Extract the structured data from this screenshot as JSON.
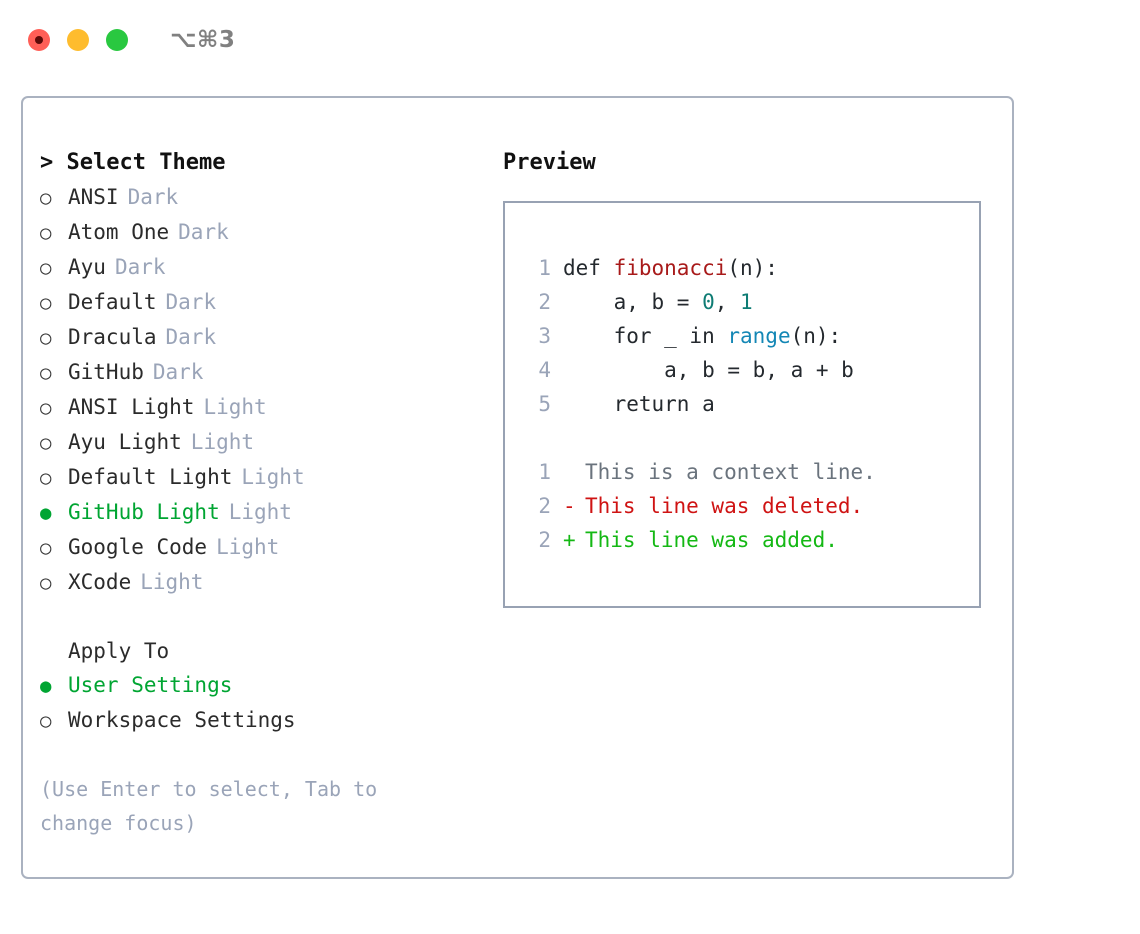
{
  "titlebar": {
    "shortcut": "⌥⌘3",
    "lights": [
      "close",
      "minimize",
      "zoom"
    ]
  },
  "theme_panel": {
    "caret": ">",
    "title": "Select Theme",
    "marker_off": "○",
    "marker_on": "●",
    "options": [
      {
        "label": "ANSI",
        "variant": "Dark",
        "selected": false
      },
      {
        "label": "Atom One",
        "variant": "Dark",
        "selected": false
      },
      {
        "label": "Ayu",
        "variant": "Dark",
        "selected": false
      },
      {
        "label": "Default",
        "variant": "Dark",
        "selected": false
      },
      {
        "label": "Dracula",
        "variant": "Dark",
        "selected": false
      },
      {
        "label": "GitHub",
        "variant": "Dark",
        "selected": false
      },
      {
        "label": "ANSI Light",
        "variant": "Light",
        "selected": false
      },
      {
        "label": "Ayu Light",
        "variant": "Light",
        "selected": false
      },
      {
        "label": "Default Light",
        "variant": "Light",
        "selected": false
      },
      {
        "label": "GitHub Light",
        "variant": "Light",
        "selected": true
      },
      {
        "label": "Google Code",
        "variant": "Light",
        "selected": false
      },
      {
        "label": "XCode",
        "variant": "Light",
        "selected": false
      }
    ]
  },
  "apply_to": {
    "heading": "Apply To",
    "options": [
      {
        "label": "User Settings",
        "selected": true
      },
      {
        "label": "Workspace Settings",
        "selected": false
      }
    ]
  },
  "hint": "(Use Enter to select, Tab to change focus)",
  "preview": {
    "title": "Preview",
    "code_lines": [
      {
        "lineno": "1",
        "tokens": [
          {
            "text": "def ",
            "type": "kw"
          },
          {
            "text": "fibonacci",
            "type": "fn"
          },
          {
            "text": "(n):",
            "type": "plain"
          }
        ]
      },
      {
        "lineno": "2",
        "tokens": [
          {
            "text": "    a, b = ",
            "type": "plain"
          },
          {
            "text": "0",
            "type": "num"
          },
          {
            "text": ", ",
            "type": "plain"
          },
          {
            "text": "1",
            "type": "num"
          }
        ]
      },
      {
        "lineno": "3",
        "tokens": [
          {
            "text": "    for _ in ",
            "type": "plain"
          },
          {
            "text": "range",
            "type": "call"
          },
          {
            "text": "(n):",
            "type": "plain"
          }
        ]
      },
      {
        "lineno": "4",
        "tokens": [
          {
            "text": "        a, b = b, a + b",
            "type": "plain"
          }
        ]
      },
      {
        "lineno": "5",
        "tokens": [
          {
            "text": "    return a",
            "type": "plain"
          }
        ]
      }
    ],
    "diff_lines": [
      {
        "lineno": "1",
        "sign": " ",
        "text": "This is a context line.",
        "type": "ctx"
      },
      {
        "lineno": "2",
        "sign": "-",
        "text": "This line was deleted.",
        "type": "del"
      },
      {
        "lineno": "2",
        "sign": "+",
        "text": "This line was added.",
        "type": "add"
      }
    ]
  },
  "colors": {
    "accent_green": "#00a532",
    "muted": "#9aa4b8",
    "border_outer": "#aab2c0",
    "border_code": "#98a2b3",
    "diff_add": "#14b814",
    "diff_del": "#cf1313",
    "tok_fn": "#a81a1a",
    "tok_num": "#0e7c74",
    "tok_call": "#1487b5"
  }
}
